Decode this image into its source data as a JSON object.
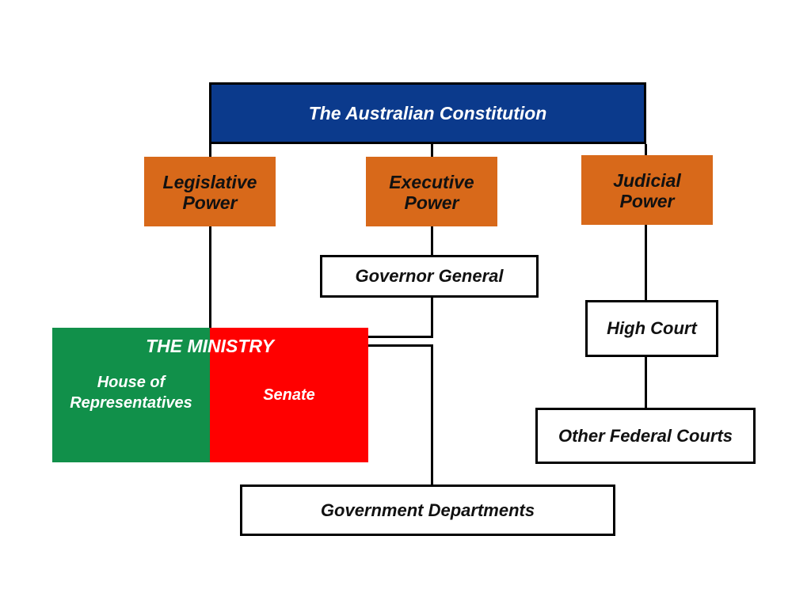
{
  "constitution": {
    "label": "The Australian Constitution"
  },
  "powers": {
    "legislative": {
      "line1": "Legislative",
      "line2": "Power"
    },
    "executive": {
      "line1": "Executive",
      "line2": "Power"
    },
    "judicial": {
      "line1": "Judicial",
      "line2": "Power"
    }
  },
  "governor_general": {
    "label": "Governor General"
  },
  "ministry": {
    "title": "THE MINISTRY",
    "house": {
      "line1": "House of",
      "line2": "Representatives"
    },
    "senate": "Senate"
  },
  "high_court": {
    "label": "High Court"
  },
  "other_federal_courts": {
    "label": "Other Federal Courts"
  },
  "government_departments": {
    "label": "Government Departments"
  },
  "colors": {
    "constitution": "#0b3a8c",
    "power": "#d8691a",
    "house": "#11904a",
    "senate": "#ff0000"
  }
}
